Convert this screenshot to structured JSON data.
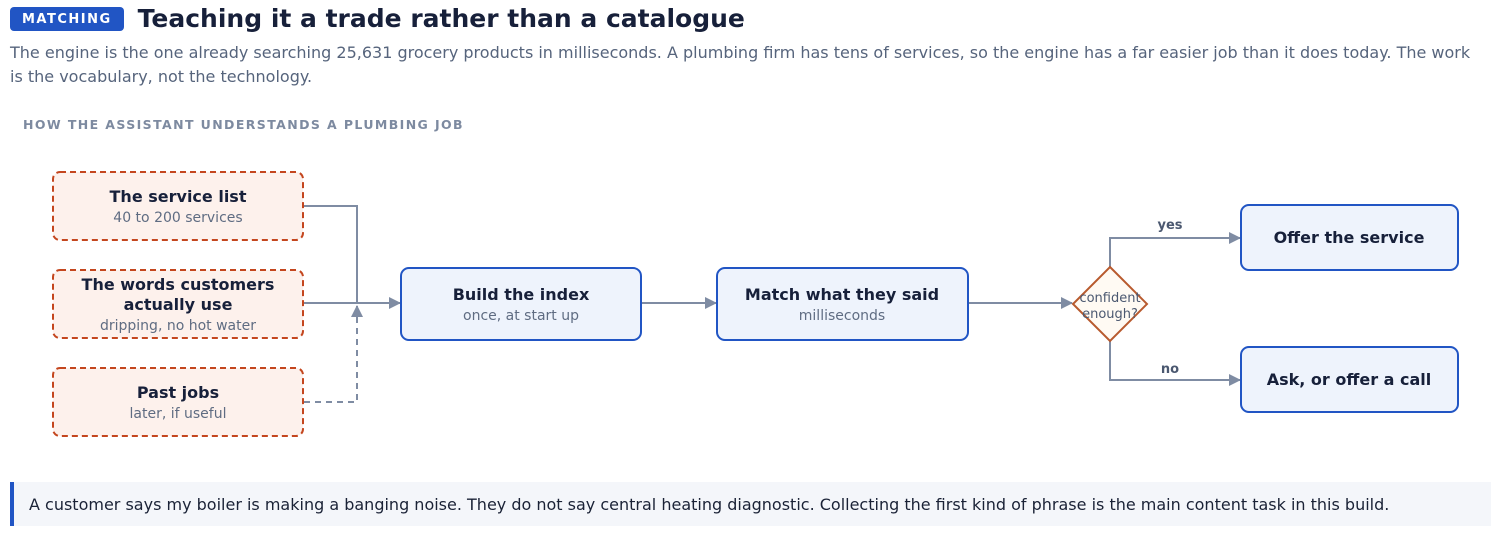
{
  "header": {
    "badge": "MATCHING",
    "title": "Teaching it a trade rather than a catalogue",
    "description": "The engine is the one already searching 25,631 grocery products in milliseconds. A plumbing firm has tens of services, so the engine has a far easier job than it does today. The work is the vocabulary, not the technology."
  },
  "diagram": {
    "section_label": "HOW THE ASSISTANT UNDERSTANDS A PLUMBING JOB",
    "inputs": [
      {
        "title": "The service list",
        "subtitle": "40 to 200 services"
      },
      {
        "title_line1": "The words customers",
        "title_line2": "actually use",
        "subtitle": "dripping, no hot water"
      },
      {
        "title": "Past jobs",
        "subtitle": "later, if useful"
      }
    ],
    "build": {
      "title": "Build the index",
      "subtitle": "once, at start up"
    },
    "match": {
      "title": "Match what they said",
      "subtitle": "milliseconds"
    },
    "decision": {
      "line1": "confident",
      "line2": "enough?"
    },
    "yes_label": "yes",
    "no_label": "no",
    "yes_outcome": "Offer the service",
    "no_outcome": "Ask, or offer a call",
    "colors": {
      "input_fill": "#fdf1ec",
      "input_border": "#c4461e",
      "process_fill": "#eef3fc",
      "process_border": "#2155c4",
      "decision_border": "#b85a2e",
      "connector": "#7f8ca3"
    }
  },
  "callout": {
    "text": "A customer says my boiler is making a banging noise. They do not say central heating diagnostic. Collecting the first kind of phrase is the main content task in this build."
  }
}
